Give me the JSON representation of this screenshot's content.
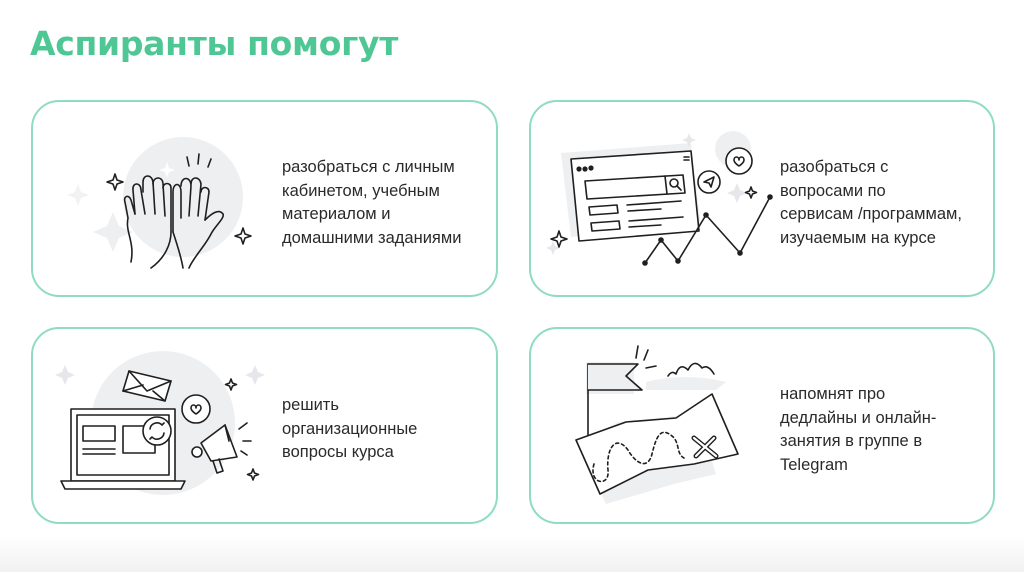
{
  "page": {
    "title": "Аспиранты помогут"
  },
  "colors": {
    "accent": "#4ec795",
    "card_border": "#8fdcc1",
    "text": "#2a2a2a",
    "illustration_bg": "#eeeff1",
    "line": "#1f1f1f"
  },
  "cards": [
    {
      "icon": "high-five-hands-icon",
      "text": "разобраться с личным\nкабинетом, учебным\nматериалом и\nдомашними заданиями"
    },
    {
      "icon": "browser-search-chart-icon",
      "text": "разобраться с\nвопросами по\nсервисам /программам,\nизучаемым на курсе"
    },
    {
      "icon": "laptop-megaphone-mail-icon",
      "text": "решить\nорганизационные\nвопросы курса"
    },
    {
      "icon": "treasure-map-flag-icon",
      "text": "напомнят про\nдедлайны и онлайн-\nзанятия в группе в\nTelegram"
    }
  ]
}
